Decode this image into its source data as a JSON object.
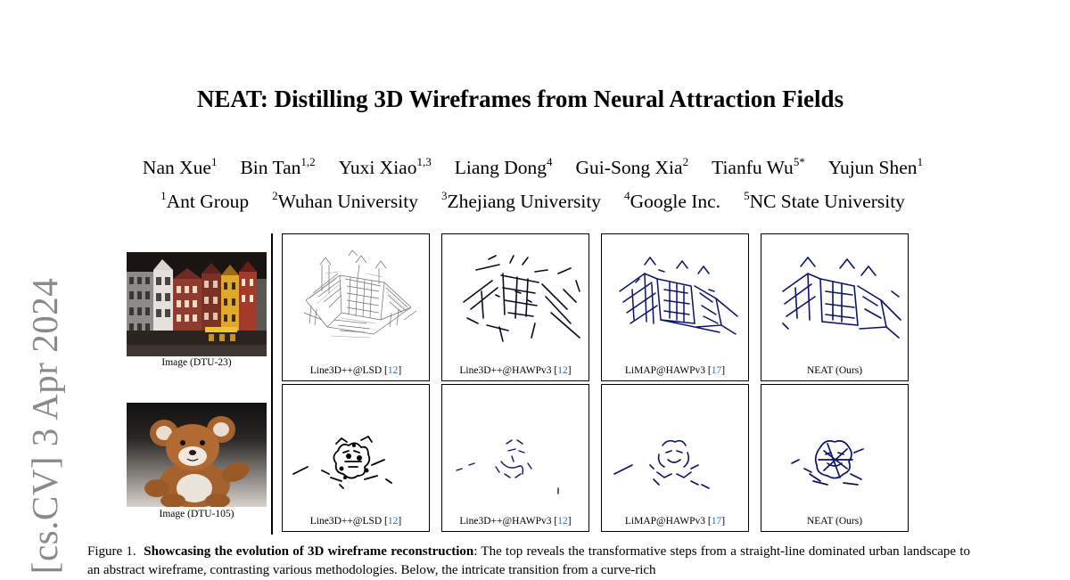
{
  "arxiv_stamp": "[cs.CV]  3 Apr 2024",
  "title": "NEAT: Distilling 3D Wireframes from Neural Attraction Fields",
  "authors": [
    {
      "name": "Nan Xue",
      "sup": "1"
    },
    {
      "name": "Bin Tan",
      "sup": "1,2"
    },
    {
      "name": "Yuxi Xiao",
      "sup": "1,3"
    },
    {
      "name": "Liang Dong",
      "sup": "4"
    },
    {
      "name": "Gui-Song Xia",
      "sup": "2"
    },
    {
      "name": "Tianfu Wu",
      "sup": "5*"
    },
    {
      "name": "Yujun Shen",
      "sup": "1"
    }
  ],
  "affiliations": [
    {
      "sup": "1",
      "name": "Ant Group"
    },
    {
      "sup": "2",
      "name": "Wuhan University"
    },
    {
      "sup": "3",
      "name": "Zhejiang University"
    },
    {
      "sup": "4",
      "name": "Google Inc."
    },
    {
      "sup": "5",
      "name": "NC State University"
    }
  ],
  "figure": {
    "rows": [
      {
        "image_caption": "Image (DTU-23)",
        "panels": [
          {
            "method": "Line3D++@LSD [",
            "ref": "12",
            "close": "]"
          },
          {
            "method": "Line3D++@HAWPv3 [",
            "ref": "12",
            "close": "]"
          },
          {
            "method": "LiMAP@HAWPv3 [",
            "ref": "17",
            "close": "]"
          },
          {
            "method": "NEAT (Ours)",
            "ref": "",
            "close": ""
          }
        ]
      },
      {
        "image_caption": "Image (DTU-105)",
        "panels": [
          {
            "method": "Line3D++@LSD [",
            "ref": "12",
            "close": "]"
          },
          {
            "method": "Line3D++@HAWPv3 [",
            "ref": "12",
            "close": "]"
          },
          {
            "method": "LiMAP@HAWPv3 [",
            "ref": "17",
            "close": "]"
          },
          {
            "method": "NEAT (Ours)",
            "ref": "",
            "close": ""
          }
        ]
      }
    ],
    "caption": {
      "label": "Figure 1.",
      "bold": "Showcasing the evolution of 3D wireframe reconstruction",
      "text": ": The top reveals the transformative steps from a straight-line dominated urban landscape to an abstract wireframe, contrasting various methodologies. Below, the intricate transition from a curve-rich"
    }
  },
  "colors": {
    "wire_blue": "#0b1466",
    "ref_blue": "#2b6fb4",
    "stamp_gray": "#8a8a8a"
  }
}
